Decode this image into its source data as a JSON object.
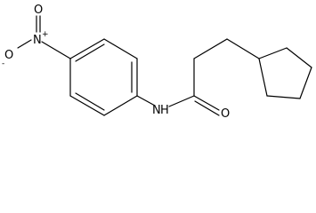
{
  "molecule": {
    "atoms": {
      "nitrogen_nitro": "N",
      "nitro_charge_plus": "+",
      "oxygen_top": "O",
      "oxygen_left": "O",
      "oxygen_charge_minus": "-",
      "amide_nh": "N",
      "amide_h": "H",
      "carbonyl_o": "O"
    }
  }
}
